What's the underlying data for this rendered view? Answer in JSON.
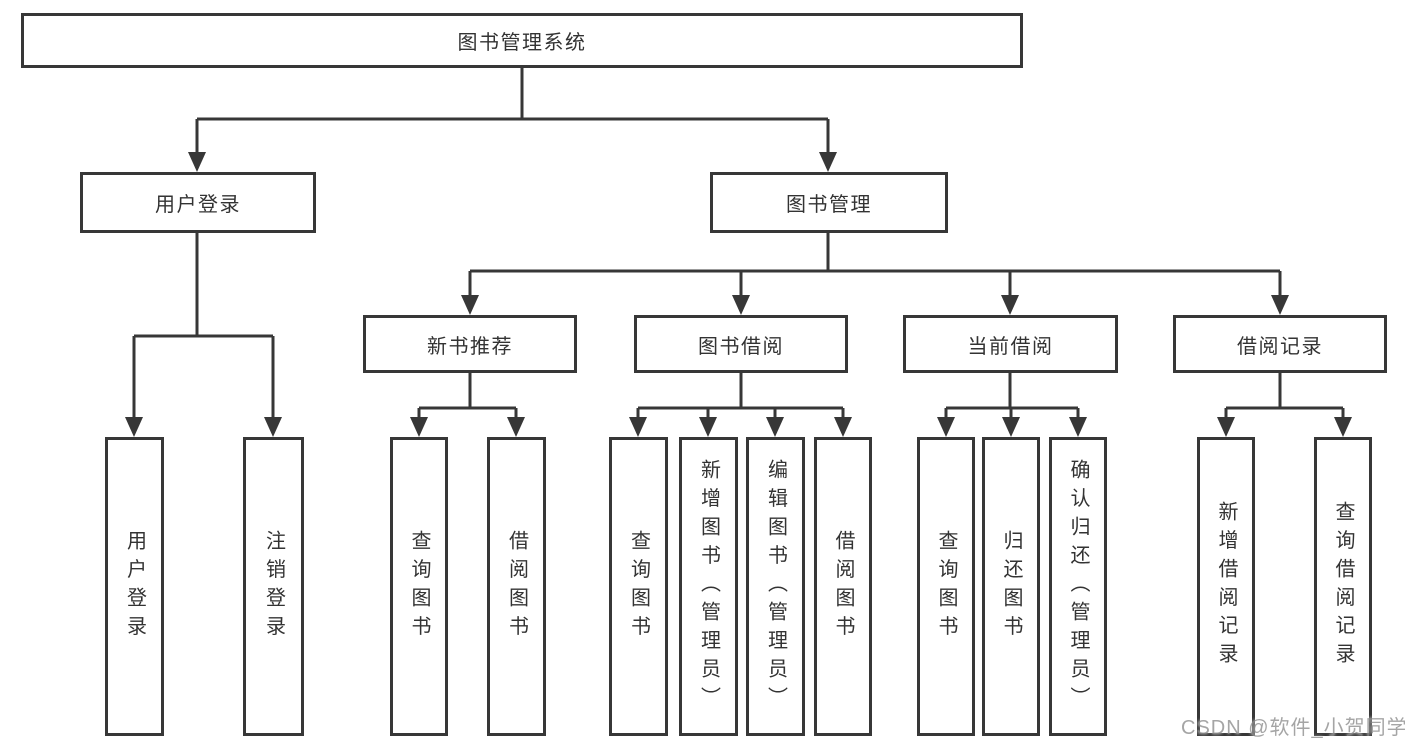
{
  "tree": {
    "root": {
      "label": "图书管理系统"
    },
    "branches": [
      {
        "label": "用户登录",
        "children": [
          {
            "label": "用户登录"
          },
          {
            "label": "注销登录"
          }
        ]
      },
      {
        "label": "图书管理",
        "children": [
          {
            "label": "新书推荐",
            "children": [
              {
                "label": "查询图书"
              },
              {
                "label": "借阅图书"
              }
            ]
          },
          {
            "label": "图书借阅",
            "children": [
              {
                "label": "查询图书"
              },
              {
                "label": "新增图书（管理员）"
              },
              {
                "label": "编辑图书（管理员）"
              },
              {
                "label": "借阅图书"
              }
            ]
          },
          {
            "label": "当前借阅",
            "children": [
              {
                "label": "查询图书"
              },
              {
                "label": "归还图书"
              },
              {
                "label": "确认归还（管理员）"
              }
            ]
          },
          {
            "label": "借阅记录",
            "children": [
              {
                "label": "新增借阅记录"
              },
              {
                "label": "查询借阅记录"
              }
            ]
          }
        ]
      }
    ]
  },
  "watermark": {
    "text": "CSDN @软件_小贺同学"
  },
  "colors": {
    "line": "#373737",
    "text": "#333333",
    "background": "#ffffff",
    "watermark": "#878787"
  }
}
